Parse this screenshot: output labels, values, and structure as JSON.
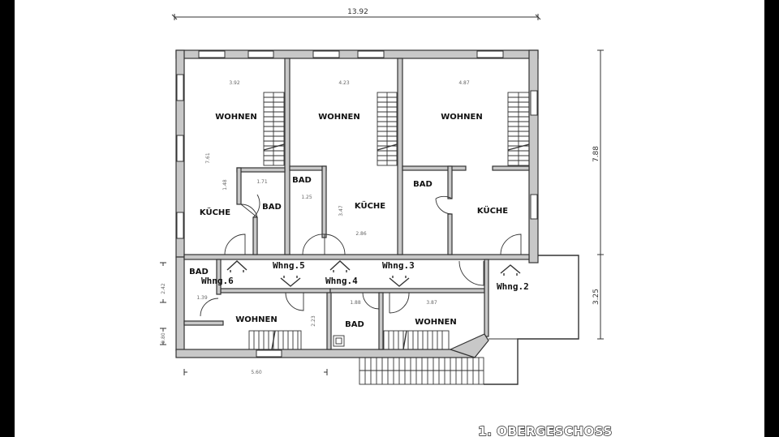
{
  "title": "1. OBERGESCHOSS",
  "dimensions": {
    "overall_width": "13.92",
    "overall_depth_upper": "7.88",
    "wing_depth": "3.25",
    "bottom_width": "5.60",
    "left_side": "2.42",
    "left_side_small": "0.80"
  },
  "rooms": {
    "unit1_wohnen": {
      "label": "WOHNEN",
      "width": "3.92",
      "depth": "7.61"
    },
    "unit1_kueche": {
      "label": "KÜCHE",
      "depth": "1.48"
    },
    "unit1_bad": {
      "label": "BAD",
      "width": "1.71"
    },
    "unit2_wohnen": {
      "label": "WOHNEN",
      "width": "4.23"
    },
    "unit2_bad": {
      "label": "BAD",
      "width": "1.25"
    },
    "unit2_kueche": {
      "label": "KÜCHE",
      "depth": "3.47",
      "width": "2.86"
    },
    "unit3_wohnen": {
      "label": "WOHNEN",
      "width": "4.87"
    },
    "unit3_bad": {
      "label": "BAD"
    },
    "unit3_kueche": {
      "label": "KÜCHE"
    },
    "unit6_bad": {
      "label": "BAD",
      "width": "1.39"
    },
    "unit6_wohnen": {
      "label": "WOHNEN",
      "depth": "2.23"
    },
    "unit4_bad": {
      "label": "BAD",
      "width": "1.88"
    },
    "unit4_wohnen": {
      "label": "WOHNEN",
      "width": "3.87"
    }
  },
  "entrances": {
    "whng6": "Whng.6",
    "whng5": "Whng.5",
    "whng4": "Whng.4",
    "whng3": "Whng.3",
    "whng2": "Whng.2"
  }
}
